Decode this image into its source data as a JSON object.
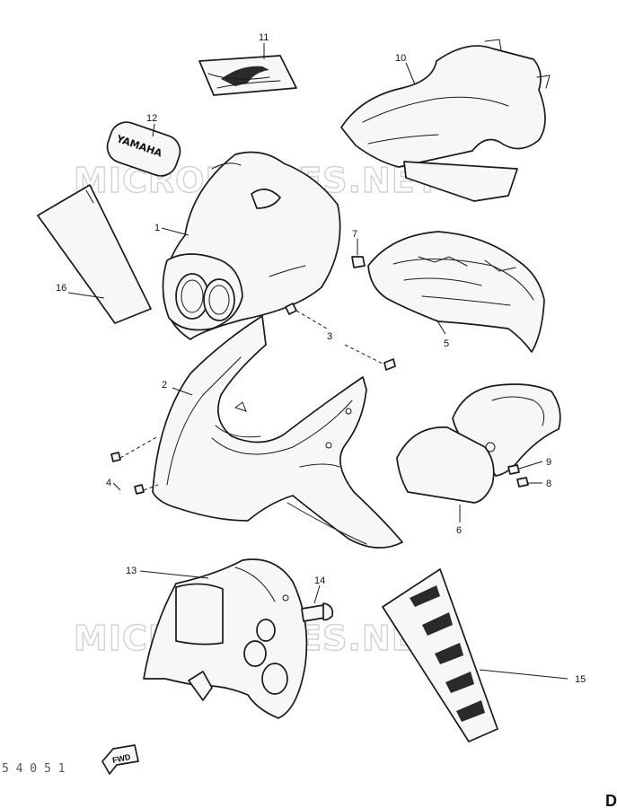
{
  "watermark": {
    "upper": "MICROFICHES.NET",
    "lower": "MICROFICHES.NET"
  },
  "emblem": {
    "text": "YAMAHA"
  },
  "direction_marker": {
    "text": "FWD"
  },
  "page_code": {
    "text": "5 4 0 5 1"
  },
  "plate_letter": {
    "text": "D"
  },
  "callouts": [
    {
      "number": "1",
      "part": "front cover"
    },
    {
      "number": "2",
      "part": "front panel"
    },
    {
      "number": "3",
      "part": "screw"
    },
    {
      "number": "4",
      "part": "screw"
    },
    {
      "number": "5",
      "part": "inner panel"
    },
    {
      "number": "6",
      "part": "leg shield"
    },
    {
      "number": "7",
      "part": "screw"
    },
    {
      "number": "8",
      "part": "screw"
    },
    {
      "number": "9",
      "part": "nut"
    },
    {
      "number": "10",
      "part": "handlebar cover"
    },
    {
      "number": "11",
      "part": "graphic"
    },
    {
      "number": "12",
      "part": "emblem"
    },
    {
      "number": "13",
      "part": "inner cover"
    },
    {
      "number": "14",
      "part": "screw"
    },
    {
      "number": "15",
      "part": "graphic"
    },
    {
      "number": "16",
      "part": "graphic"
    }
  ]
}
